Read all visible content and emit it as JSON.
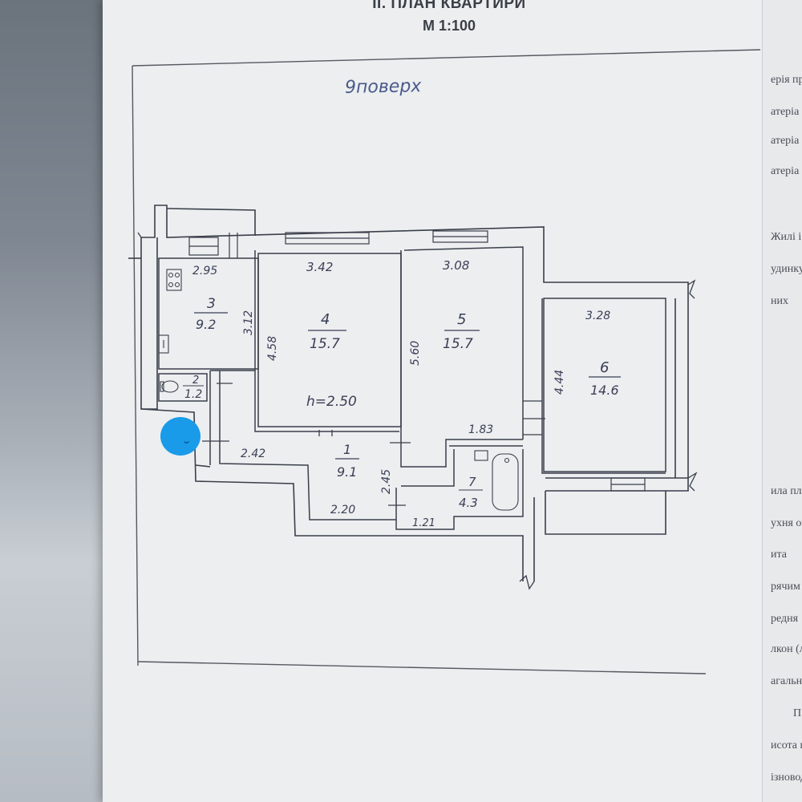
{
  "document": {
    "title": "II. ПЛАН КВАРТИРИ",
    "scale": "М 1:100",
    "floor_note": "9поверх"
  },
  "plan": {
    "ceiling_height": "h=2.50",
    "rooms": [
      {
        "number": "1",
        "area": "9.1"
      },
      {
        "number": "2",
        "area": "1.2"
      },
      {
        "number": "3",
        "area": "9.2"
      },
      {
        "number": "4",
        "area": "15.7"
      },
      {
        "number": "5",
        "area": "15.7"
      },
      {
        "number": "6",
        "area": "14.6"
      },
      {
        "number": "7",
        "area": "4.3"
      }
    ],
    "dimensions": [
      "2.95",
      "3.12",
      "3.42",
      "4.58",
      "3.08",
      "5.60",
      "3.28",
      "4.44",
      "1.83",
      "2.42",
      "2.45",
      "2.20",
      "1.21"
    ]
  },
  "next_page_fragments": [
    "ерія пр",
    "атеріа",
    "атеріа",
    "атеріа",
    "Жилі і",
    "удинку",
    "них",
    "ила пл",
    "ухня ок",
    "ита",
    "рячим в",
    "редня",
    "лкон (л",
    "агальна",
    "П",
    "исота п",
    "ізноводи"
  ],
  "colors": {
    "ink": "#3a3f4a",
    "pencil": "#4b5a8a",
    "marker": "#1a9bea"
  }
}
